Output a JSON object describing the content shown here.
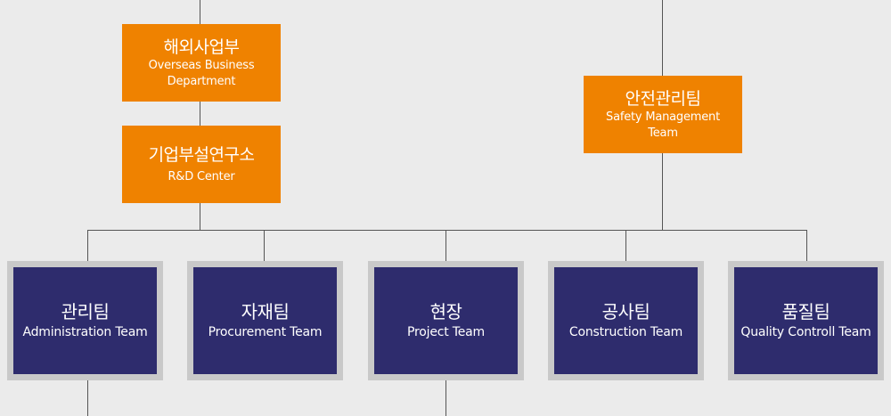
{
  "colors": {
    "orange": "#ef8200",
    "navy": "#2e2c6d",
    "navy_border": "#c9c9c9",
    "line": "#555555",
    "background": "#ebebeb"
  },
  "units": {
    "overseas": {
      "ko": "해외사업부",
      "en1": "Overseas Business",
      "en2": "Department"
    },
    "rnd": {
      "ko": "기업부설연구소",
      "en1": "R&D Center"
    },
    "safety": {
      "ko": "안전관리팀",
      "en1": "Safety Management",
      "en2": "Team"
    }
  },
  "teams": [
    {
      "ko": "관리팀",
      "en": "Administration Team"
    },
    {
      "ko": "자재팀",
      "en": "Procurement Team"
    },
    {
      "ko": "현장",
      "en": "Project Team"
    },
    {
      "ko": "공사팀",
      "en": "Construction Team"
    },
    {
      "ko": "품질팀",
      "en": "Quality Controll Team"
    }
  ]
}
